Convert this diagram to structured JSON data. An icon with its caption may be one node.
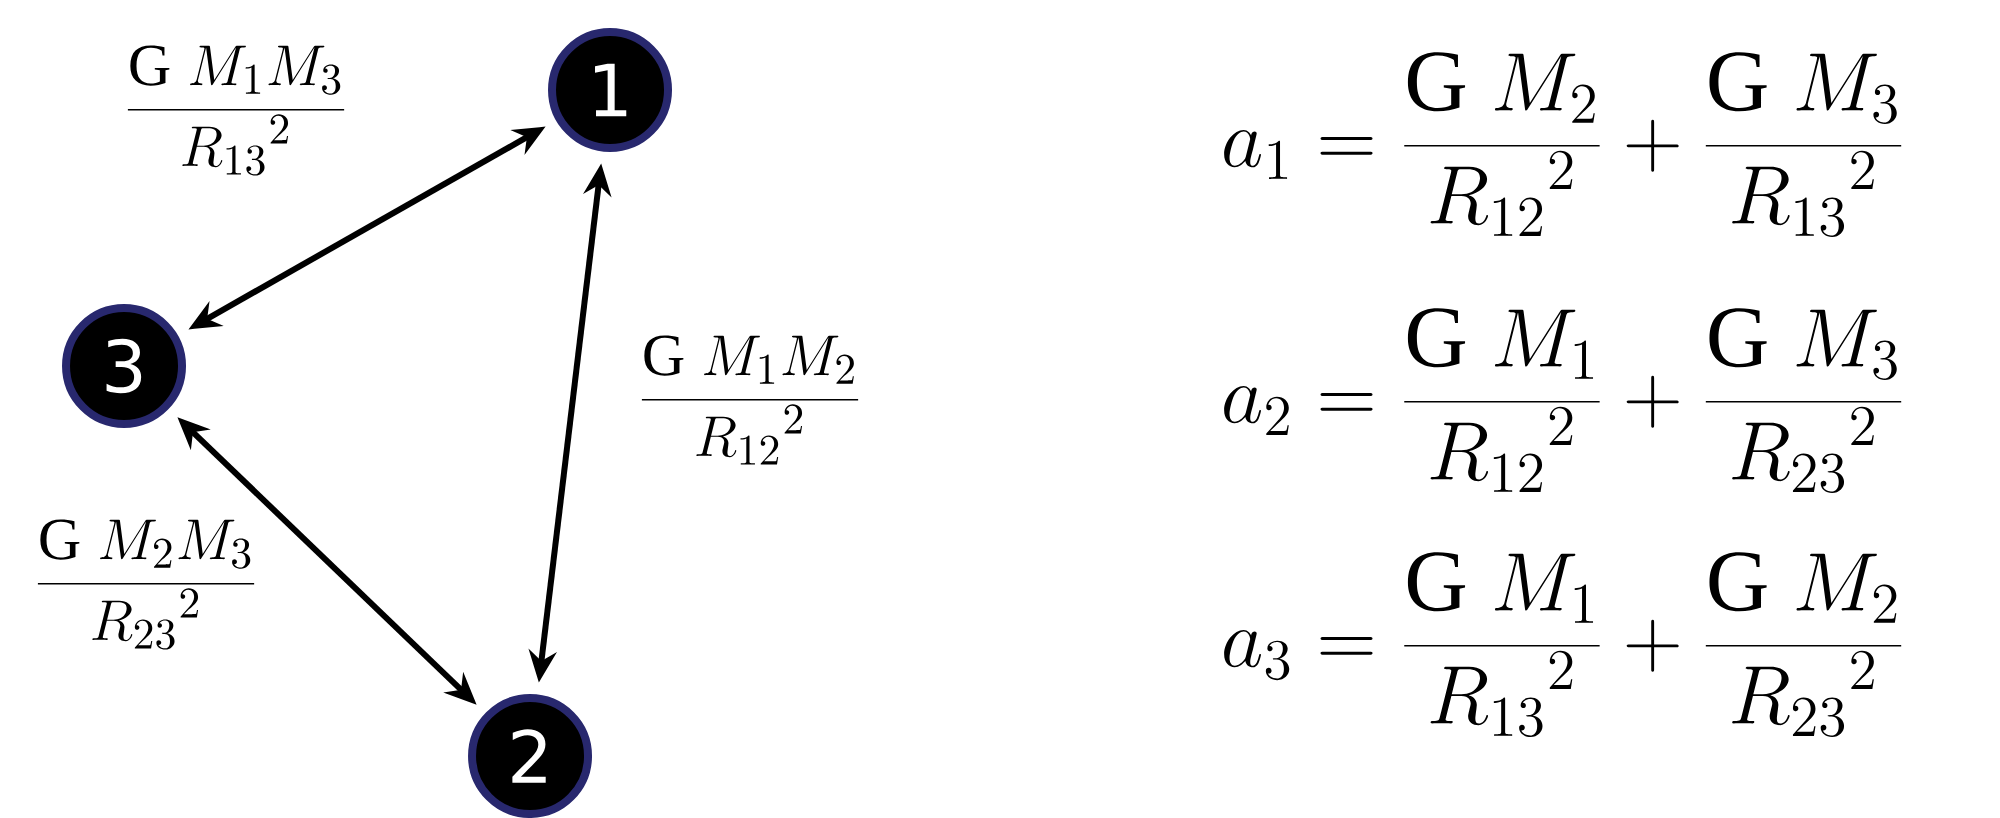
{
  "diagram": {
    "nodes": [
      {
        "text": [
          "1"
        ]
      },
      {
        "text": [
          "3"
        ]
      },
      {
        "text": [
          "2"
        ]
      }
    ],
    "edges": [
      {
        "from": 0,
        "to": 1,
        "arrow": "both",
        "label": "\\frac{\\mathrm{G}\\;M_{1}M_{3}}{{R_{13}}^{2}}"
      },
      {
        "from": 0,
        "to": 2,
        "arrow": "both",
        "label": "\\frac{\\mathrm{G}\\;M_{1}M_{2}}{{R_{12}}^{2}}"
      },
      {
        "from": 1,
        "to": 2,
        "arrow": "both",
        "label": "\\frac{\\mathrm{G}\\;M_{2}M_{3}}{{R_{23}}^{2}}"
      }
    ],
    "labels": [
      "a_{1}=\\frac{\\mathrm{G}\\;M_{2}}{{R_{12}}^{2}}+\\frac{\\mathrm{G}\\;M_{3}}{{R_{13}}^{2}}",
      "a_{2}=\\frac{\\mathrm{G}\\;M_{1}}{{R_{12}}^{2}}+\\frac{\\mathrm{G}\\;M_{3}}{{R_{23}}^{2}}",
      "a_{3}=\\frac{\\mathrm{G}\\;M_{1}}{{R_{13}}^{2}}+\\frac{\\mathrm{G}\\;M_{2}}{{R_{23}}^{2}}"
    ]
  }
}
